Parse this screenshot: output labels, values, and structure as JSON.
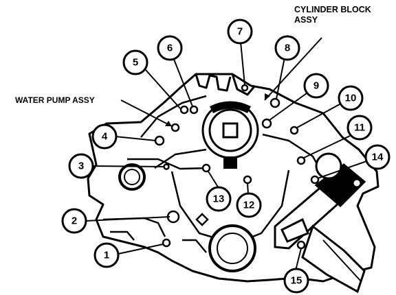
{
  "labels": {
    "cylinder_block": [
      "CYLINDER BLOCK",
      "ASSY"
    ],
    "water_pump": "WATER PUMP ASSY"
  },
  "callouts": [
    "1",
    "2",
    "3",
    "4",
    "5",
    "6",
    "7",
    "8",
    "9",
    "10",
    "11",
    "12",
    "13",
    "14",
    "15"
  ]
}
